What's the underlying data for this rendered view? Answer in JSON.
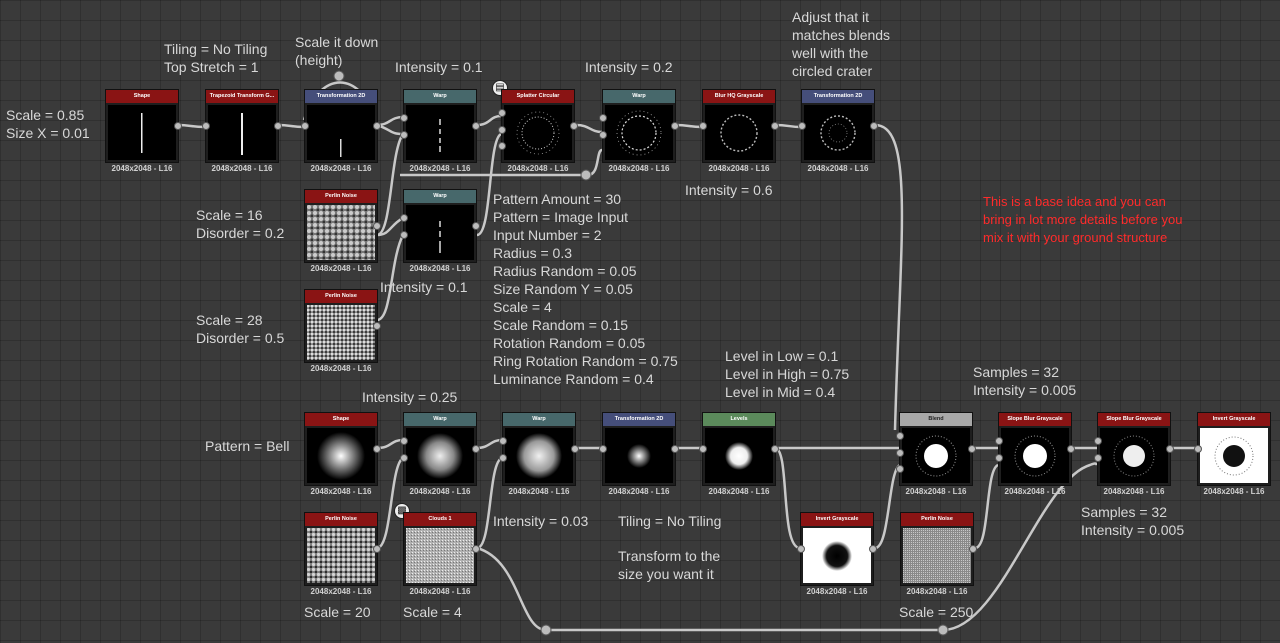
{
  "resolution_label": "2048x2048 - L16",
  "nodes": {
    "shape1": {
      "title": "Shape"
    },
    "trapezoid": {
      "title": "Trapezoid Transform G..."
    },
    "transform1": {
      "title": "Transformation 2D"
    },
    "warp1": {
      "title": "Warp"
    },
    "splatter": {
      "title": "Splatter Circular"
    },
    "warp2": {
      "title": "Warp"
    },
    "blurhq": {
      "title": "Blur HQ Grayscale"
    },
    "transform2": {
      "title": "Transformation 2D"
    },
    "perlin1": {
      "title": "Perlin Noise"
    },
    "warp3": {
      "title": "Warp"
    },
    "perlin2": {
      "title": "Perlin Noise"
    },
    "shape2": {
      "title": "Shape"
    },
    "warp4": {
      "title": "Warp"
    },
    "warp5": {
      "title": "Warp"
    },
    "transform3": {
      "title": "Transformation 2D"
    },
    "levels": {
      "title": "Levels"
    },
    "blend": {
      "title": "Blend"
    },
    "slope1": {
      "title": "Slope Blur Grayscale"
    },
    "slope2": {
      "title": "Slope Blur Grayscale"
    },
    "invert2": {
      "title": "Invert Grayscale"
    },
    "perlin3": {
      "title": "Perlin Noise"
    },
    "clouds": {
      "title": "Clouds 1"
    },
    "invert1": {
      "title": "Invert Grayscale"
    },
    "perlin4": {
      "title": "Perlin Noise"
    }
  },
  "notes": {
    "scale_size": "Scale = 0.85\nSize X = 0.01",
    "tiling_top": "Tiling = No Tiling\nTop Stretch = 1",
    "scale_down": "Scale it down\n(height)",
    "intensity_01_top": "Intensity = 0.1",
    "intensity_02": "Intensity = 0.2",
    "adjust_crater": "Adjust that it\nmatches blends\nwell with the\ncircled crater",
    "intensity_06": "Intensity = 0.6",
    "base_idea": "This is a base idea and you can\nbring in lot more details before you\nmix it with your ground structure",
    "scale16": "Scale = 16\nDisorder = 0.2",
    "splatter_params": "Pattern Amount = 30\nPattern = Image Input\nInput Number = 2\nRadius = 0.3\nRadius Random = 0.05\nSize Random Y = 0.05\nScale = 4\nScale Random = 0.15\nRotation Random = 0.05\nRing Rotation Random = 0.75\nLuminance Random = 0.4",
    "intensity_01_mid": "Intensity = 0.1",
    "scale28": "Scale = 28\nDisorder = 0.5",
    "level_params": "Level in Low = 0.1\nLevel in High = 0.75\nLevel in Mid = 0.4",
    "samples_top": "Samples = 32\nIntensity = 0.005",
    "intensity_025": "Intensity = 0.25",
    "pattern_bell": "Pattern = Bell",
    "intensity_003": "Intensity = 0.03",
    "tiling_no": "Tiling = No Tiling",
    "transform_size": "Transform to the\nsize you want it",
    "samples_bottom": "Samples = 32\nIntensity = 0.005",
    "scale20": "Scale = 20",
    "scale4": "Scale = 4",
    "scale250": "Scale = 250"
  },
  "colors": {
    "background": "#3a3a3a",
    "header_red": "#8a1414",
    "header_blue": "#454e7a",
    "header_teal": "#47686b",
    "header_green": "#5b8a5b",
    "header_grey": "#a8a8a8",
    "wire": "#c8c8c8",
    "note_red": "#ff2b2b"
  }
}
